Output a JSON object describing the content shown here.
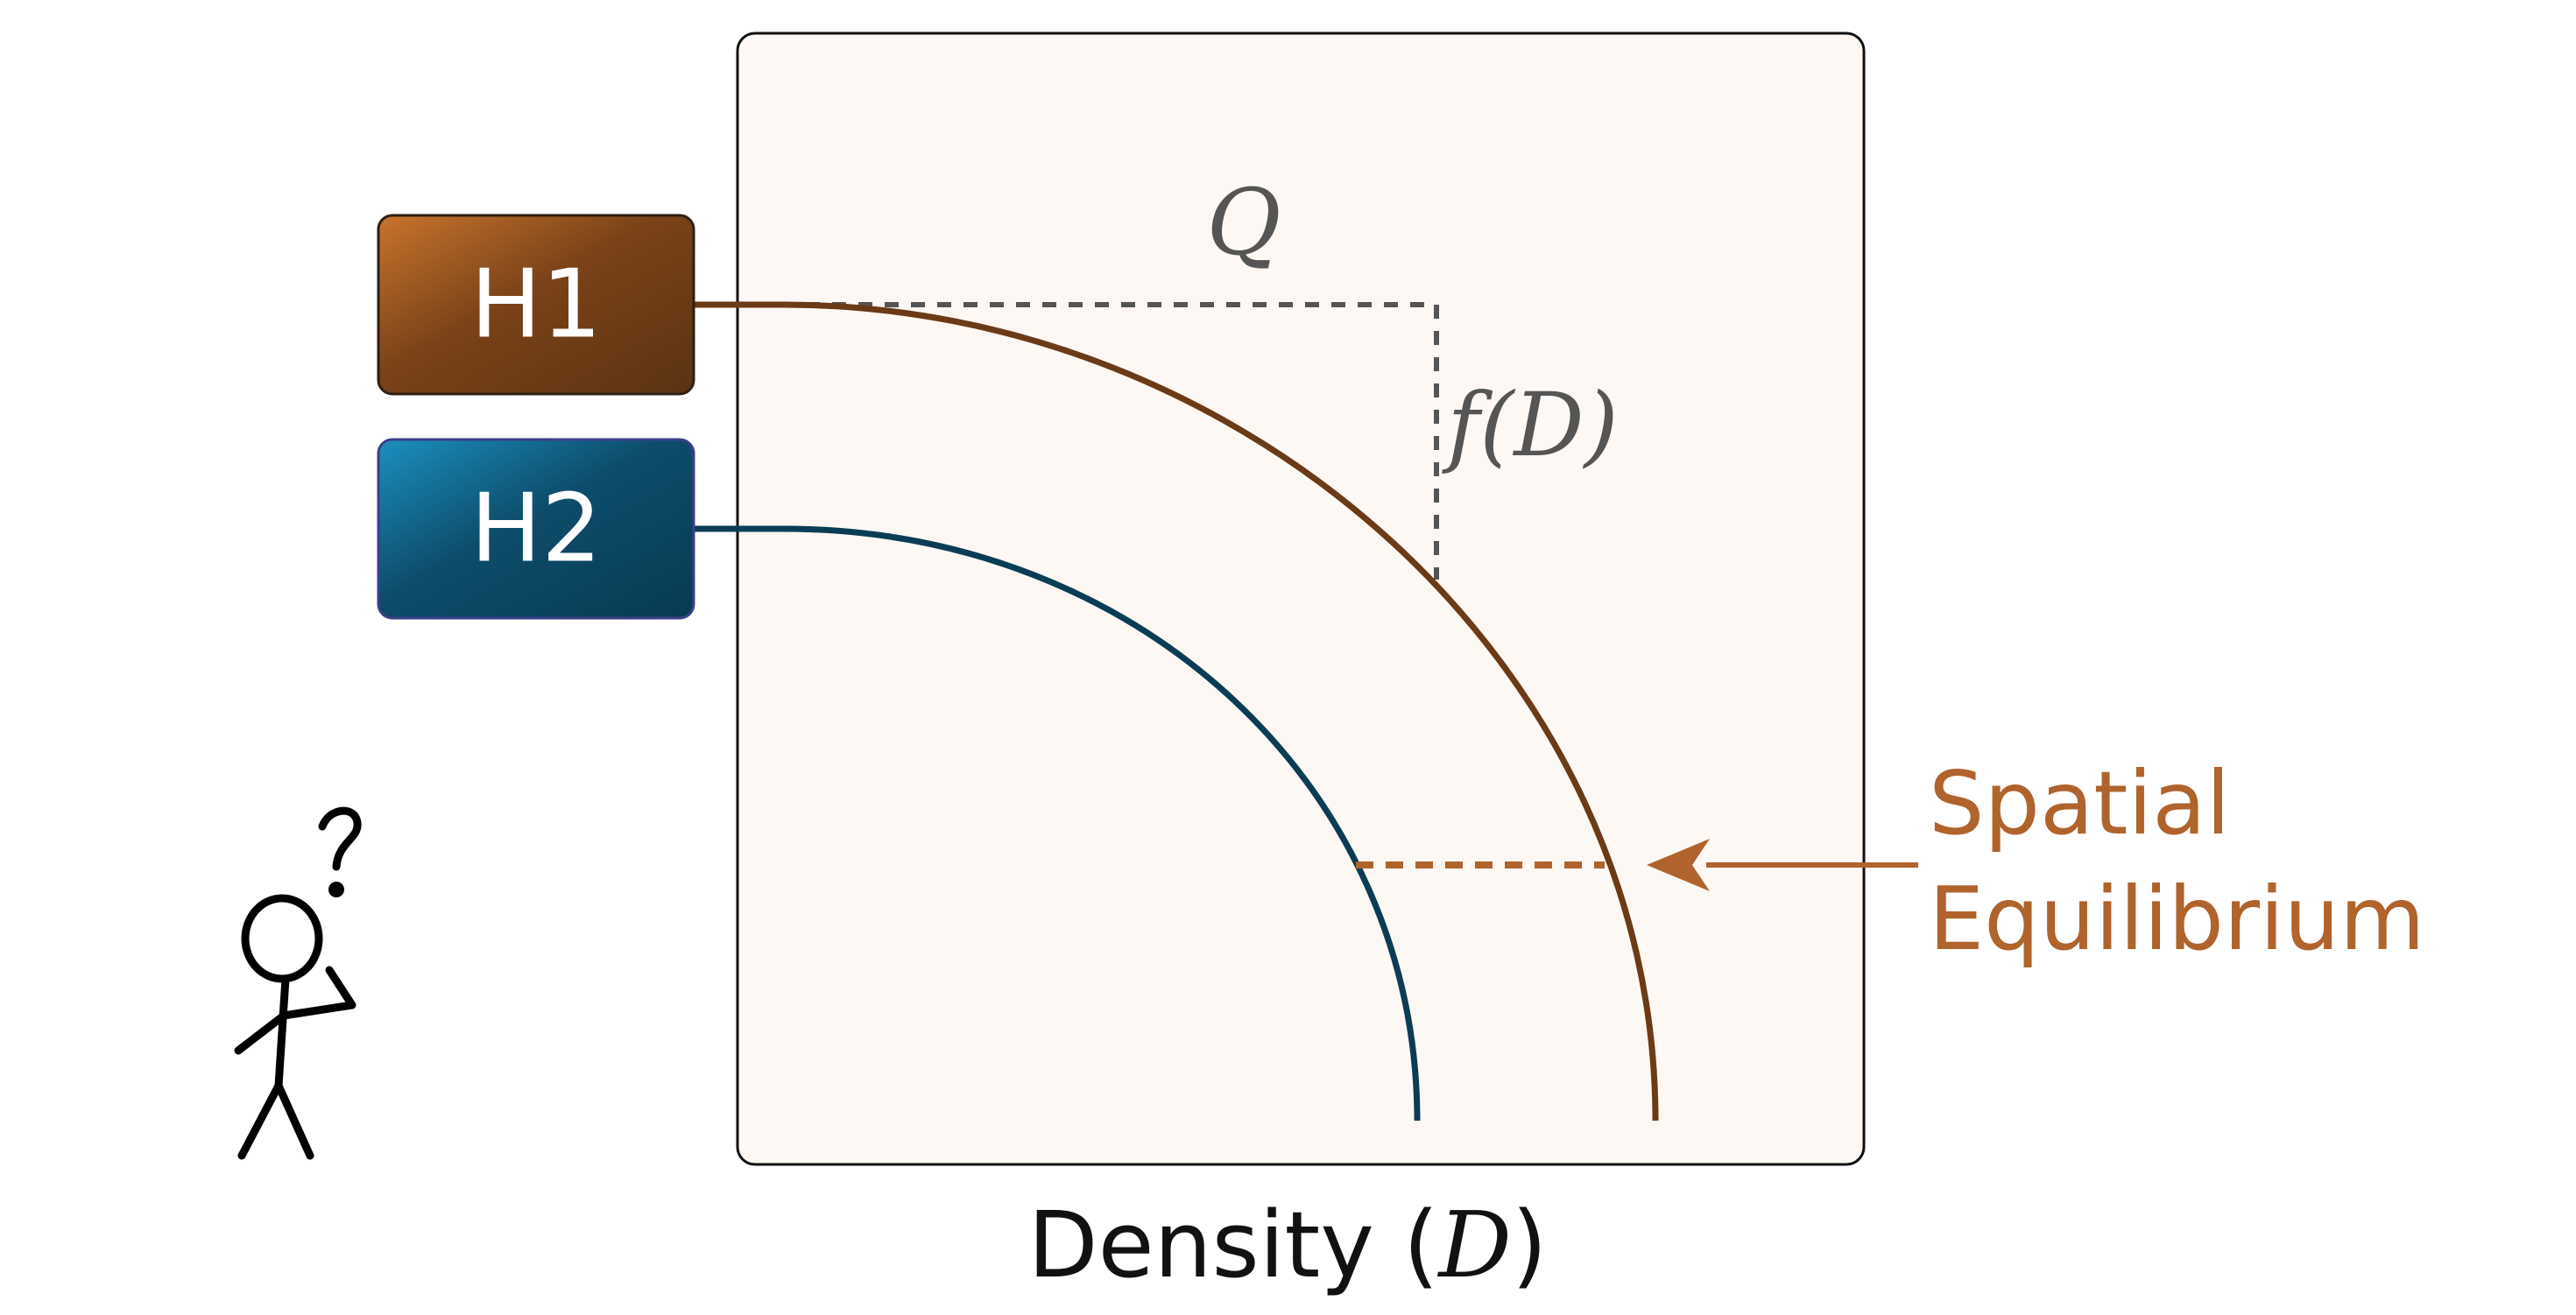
{
  "boxes": {
    "h1": "H1",
    "h2": "H2"
  },
  "math": {
    "q": "Q",
    "f_of_d": "f(D)"
  },
  "annotation": {
    "line1": "Spatial",
    "line2": "Equilibrium"
  },
  "xaxis": {
    "prefix": "Density (",
    "var": "D",
    "suffix": ")"
  },
  "colors": {
    "h1": "#6b3a17",
    "h2": "#0a3d55",
    "accent": "#b0632c",
    "dash": "#555555",
    "panel_bg": "#fdf8f3"
  },
  "icons": {
    "figure": "confused-stick-figure-icon"
  }
}
